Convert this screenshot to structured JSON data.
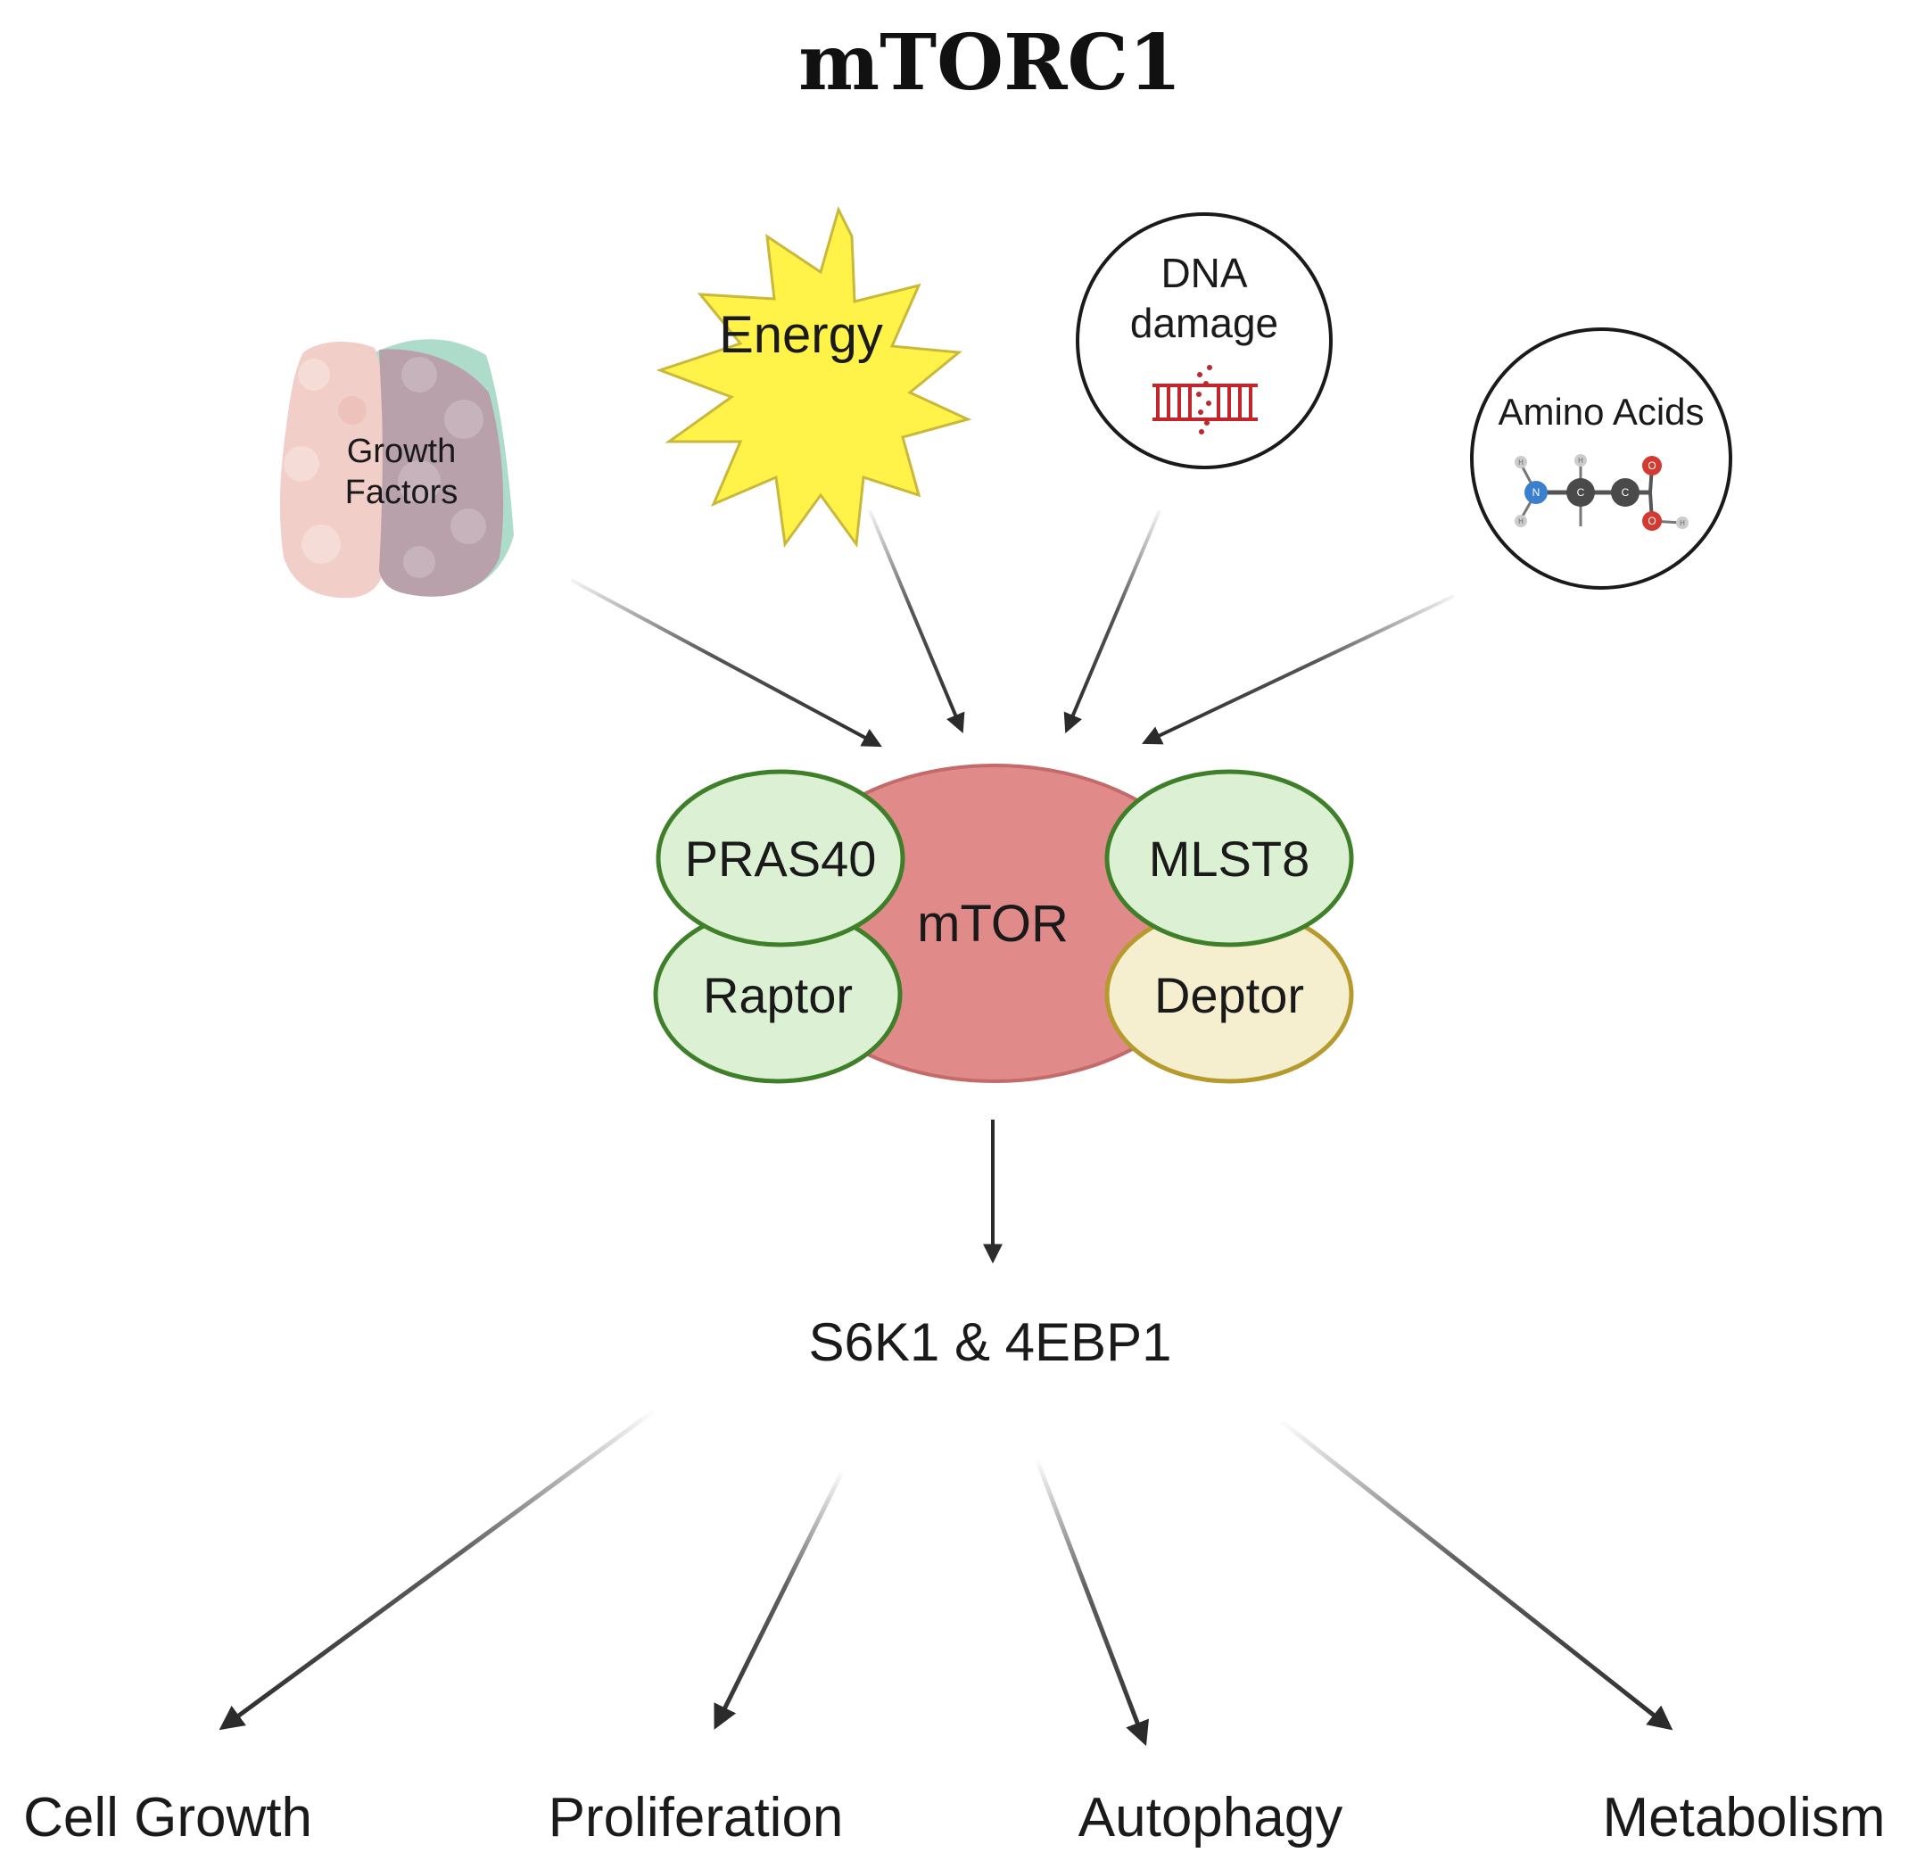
{
  "title": "mTORC1",
  "inputs": {
    "growth_factors": "Growth Factors",
    "energy": "Energy",
    "dna_damage": "DNA damage",
    "amino_acids": "Amino Acids"
  },
  "amino_acid_atoms": {
    "n": "N",
    "c1": "C",
    "c2": "C",
    "o1": "O",
    "o2": "O",
    "h": "H"
  },
  "complex": {
    "core": "mTOR",
    "pras40": "PRAS40",
    "raptor": "Raptor",
    "mlst8": "MLST8",
    "deptor": "Deptor"
  },
  "effectors": "S6K1 & 4EBP1",
  "outputs": {
    "cell_growth": "Cell Growth",
    "proliferation": "Proliferation",
    "autophagy": "Autophagy",
    "metabolism": "Metabolism"
  },
  "colors": {
    "energy_fill": "#fff34a",
    "energy_stroke": "#c9b83a",
    "mtor_fill": "#e18a8a",
    "mtor_stroke": "#c46a6a",
    "green_fill": "#dcf0d3",
    "green_stroke": "#3f7f2a",
    "deptor_fill": "#f6efcf",
    "deptor_stroke": "#b59a2e",
    "dna_red": "#c0262c",
    "arrow": "#2b2b2b"
  }
}
